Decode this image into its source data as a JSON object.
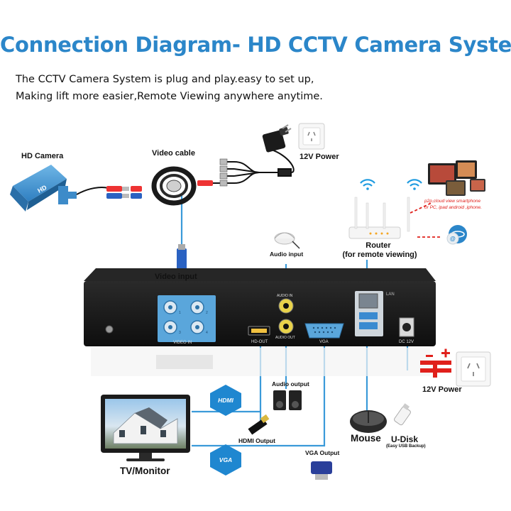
{
  "title": "Connection Diagram- HD CCTV Camera System",
  "subtitle_line1": "The CCTV Camera System is plug and play.easy to set up,",
  "subtitle_line2": "Making lift more easier,Remote Viewing anywhere anytime.",
  "labels": {
    "hd_camera": "HD Camera",
    "video_cable": "Video cable",
    "power_top": "12V Power",
    "video_input": "Video input",
    "audio_input": "Audio input",
    "router": "Router",
    "router_sub": "(for remote viewing)",
    "p2p_line1": "p2p cloud  view smartphone",
    "p2p_line2": "or PC, ipad android ,iphone.",
    "audio_output": "Audio output",
    "hdmi_output": "HDMI Output",
    "vga_output": "VGA Output",
    "mouse": "Mouse",
    "udisk": "U-Disk",
    "udisk_sub": "(Easy USB Backup)",
    "power_bottom": "12V Power",
    "tv_monitor": "TV/Monitor",
    "hdmi_pill": "HDMI",
    "vga_pill": "VGA"
  },
  "dvr_ports": {
    "video_in": "VIDEO IN",
    "hd_out": "HD-OUT",
    "vga": "VGA",
    "audio_in": "AUDIO IN",
    "audio_out": "AUDIO OUT",
    "lan": "LAN",
    "dc12v": "DC 12V",
    "bnc_1": "1",
    "bnc_2": "2",
    "bnc_3": "3",
    "bnc_4": "4"
  },
  "colors": {
    "title_blue": "#2b86c9",
    "line_blue": "#3a9ad9",
    "red": "#e0201b",
    "dvr_dark": "#1b1b1b",
    "panel": "#dfe4e8",
    "port_blue": "#5aa6db"
  }
}
